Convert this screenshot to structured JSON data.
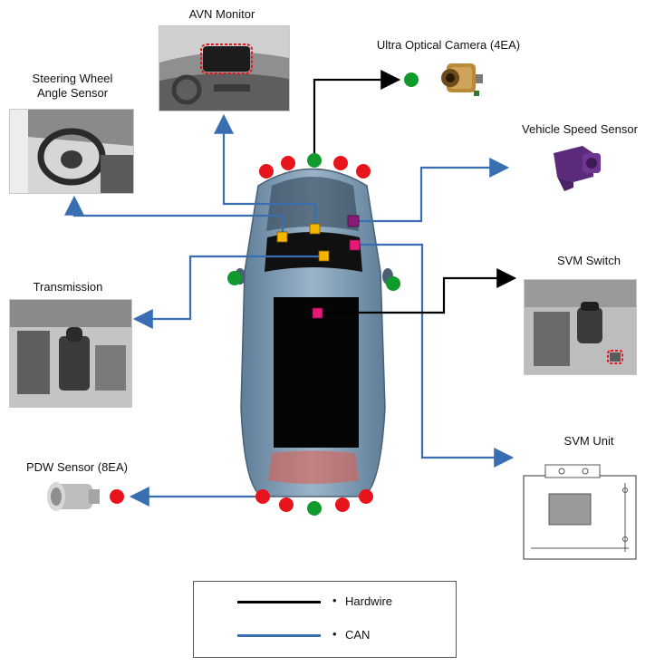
{
  "labels": {
    "avn_monitor": "AVN Monitor",
    "optical_camera": "Ultra Optical Camera (4EA)",
    "steering_sensor": "Steering Wheel\nAngle Sensor",
    "vehicle_speed": "Vehicle Speed Sensor",
    "svm_switch": "SVM Switch",
    "transmission": "Transmission",
    "svm_unit": "SVM Unit",
    "pdw_sensor": "PDW Sensor (8EA)"
  },
  "legend": {
    "hardwire": "Hardwire",
    "can": "CAN"
  },
  "colors": {
    "hardwire": "#000000",
    "can": "#3a6eb3",
    "pdw_sensor_dot": "#e8141c",
    "camera_dot": "#0f9a2e",
    "steering_node": "#f4b400",
    "svm_node": "#e6197a",
    "speed_node": "#8b1a7a"
  }
}
